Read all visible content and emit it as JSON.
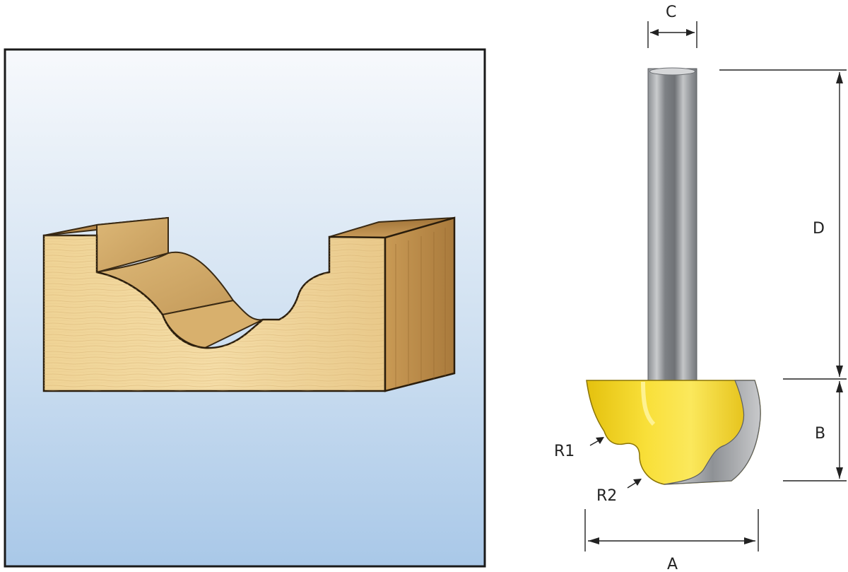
{
  "labels": {
    "shank_diameter": "C",
    "shank_length": "D",
    "cut_height": "B",
    "cut_width": "A",
    "radius_1": "R1",
    "radius_2": "R2"
  },
  "colors": {
    "panel_top": "#f5f8fc",
    "panel_bottom": "#a9c8e8",
    "wood_light": "#f1d79a",
    "wood_dark": "#b98c4a",
    "cutter_yellow": "#f7d81e",
    "shank_gray": "#a7a9ac"
  }
}
